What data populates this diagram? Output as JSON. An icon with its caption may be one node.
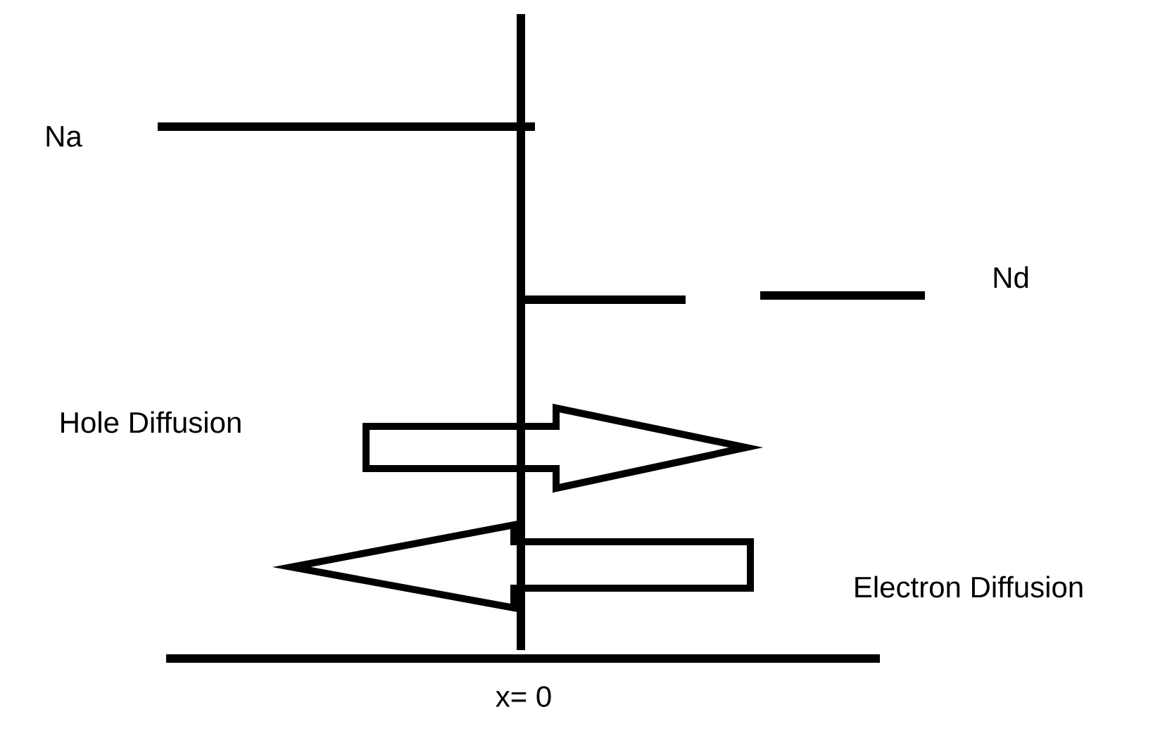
{
  "diagram": {
    "labels": [
      "Na",
      "Nd",
      "Hole Diffusion",
      "Electron Diffusion",
      "x= 0"
    ]
  }
}
